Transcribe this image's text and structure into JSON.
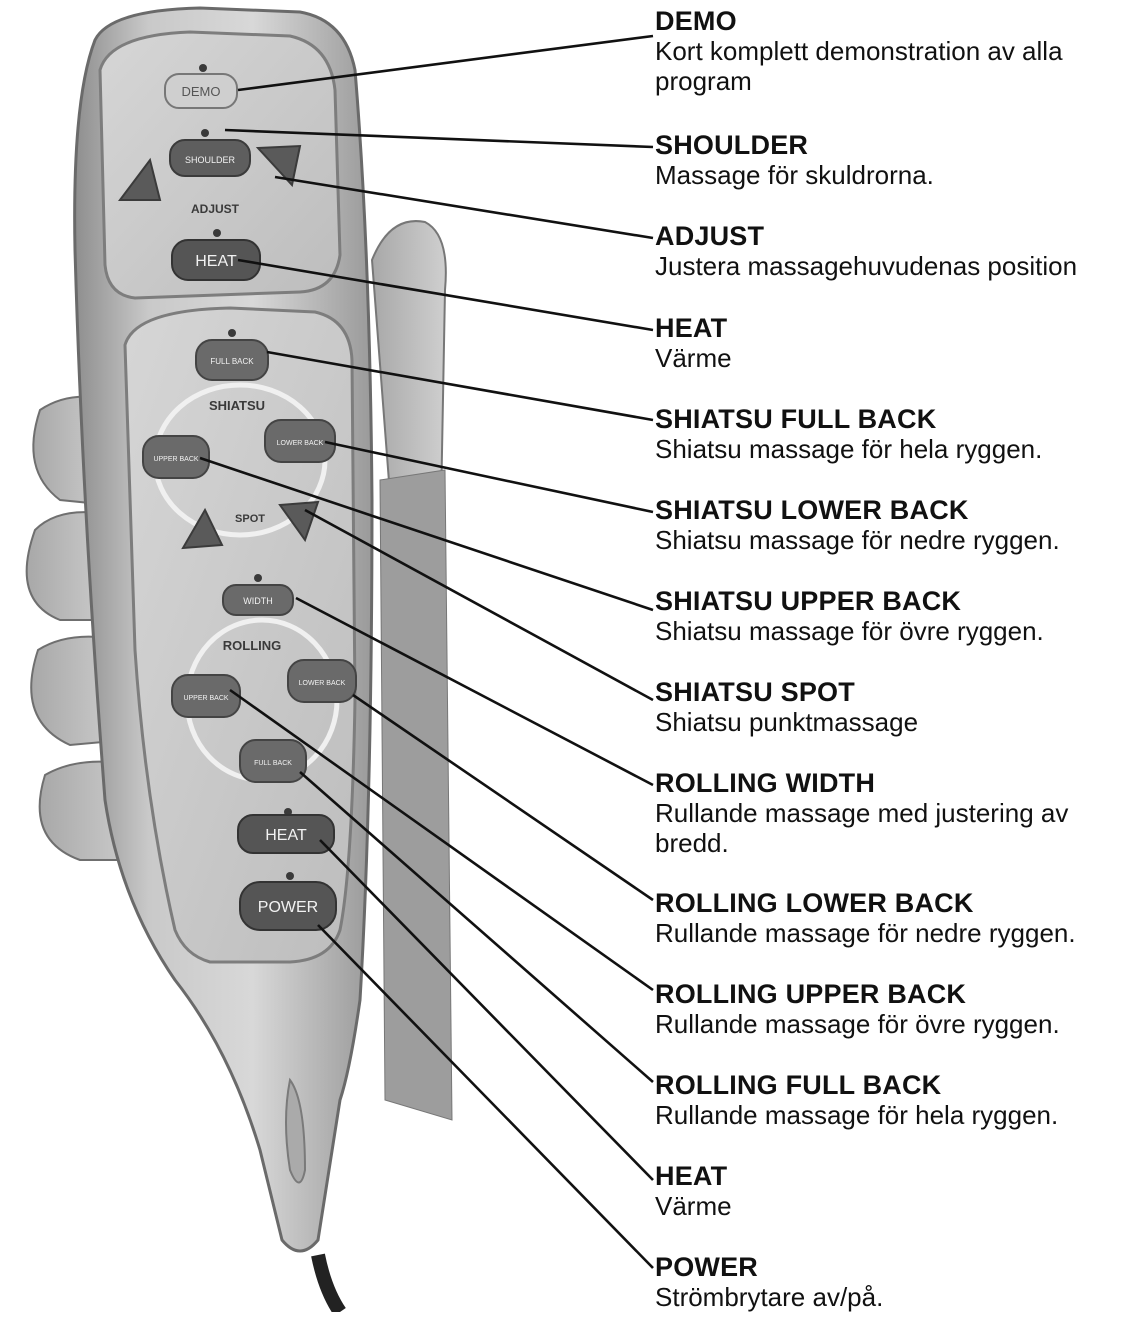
{
  "remote": {
    "buttons": {
      "demo": "DEMO",
      "shoulder": "SHOULDER",
      "heat_top": "HEAT",
      "full_back": "FULL BACK",
      "upper_back": "UPPER BACK",
      "lower_back": "LOWER BACK",
      "width": "WIDTH",
      "rolling_upper_back": "UPPER BACK",
      "rolling_lower_back": "LOWER BACK",
      "rolling_full_back": "FULL BACK",
      "heat_bottom": "HEAT",
      "power": "POWER"
    },
    "panel_labels": {
      "adjust": "ADJUST",
      "shiatsu": "SHIATSU",
      "spot": "SPOT",
      "rolling": "ROLLING"
    }
  },
  "callouts": [
    {
      "title": "DEMO",
      "desc": "Kort komplett demonstration av alla program"
    },
    {
      "title": "SHOULDER",
      "desc": "Massage för skuldrorna."
    },
    {
      "title": "ADJUST",
      "desc": "Justera massagehuvudenas position"
    },
    {
      "title": "HEAT",
      "desc": "Värme"
    },
    {
      "title": "SHIATSU FULL BACK",
      "desc": "Shiatsu massage för hela ryggen."
    },
    {
      "title": "SHIATSU LOWER BACK",
      "desc": "Shiatsu massage för nedre ryggen."
    },
    {
      "title": "SHIATSU UPPER BACK",
      "desc": "Shiatsu massage för övre ryggen."
    },
    {
      "title": "SHIATSU SPOT",
      "desc": "Shiatsu punktmassage"
    },
    {
      "title": "ROLLING WIDTH",
      "desc": "Rullande massage med justering av bredd."
    },
    {
      "title": "ROLLING LOWER BACK",
      "desc": "Rullande massage för nedre ryggen."
    },
    {
      "title": "ROLLING UPPER BACK",
      "desc": "Rullande massage för övre ryggen."
    },
    {
      "title": "ROLLING FULL BACK",
      "desc": "Rullande massage för hela ryggen."
    },
    {
      "title": "HEAT",
      "desc": "Värme"
    },
    {
      "title": "POWER",
      "desc": "Strömbrytare av/på."
    }
  ]
}
